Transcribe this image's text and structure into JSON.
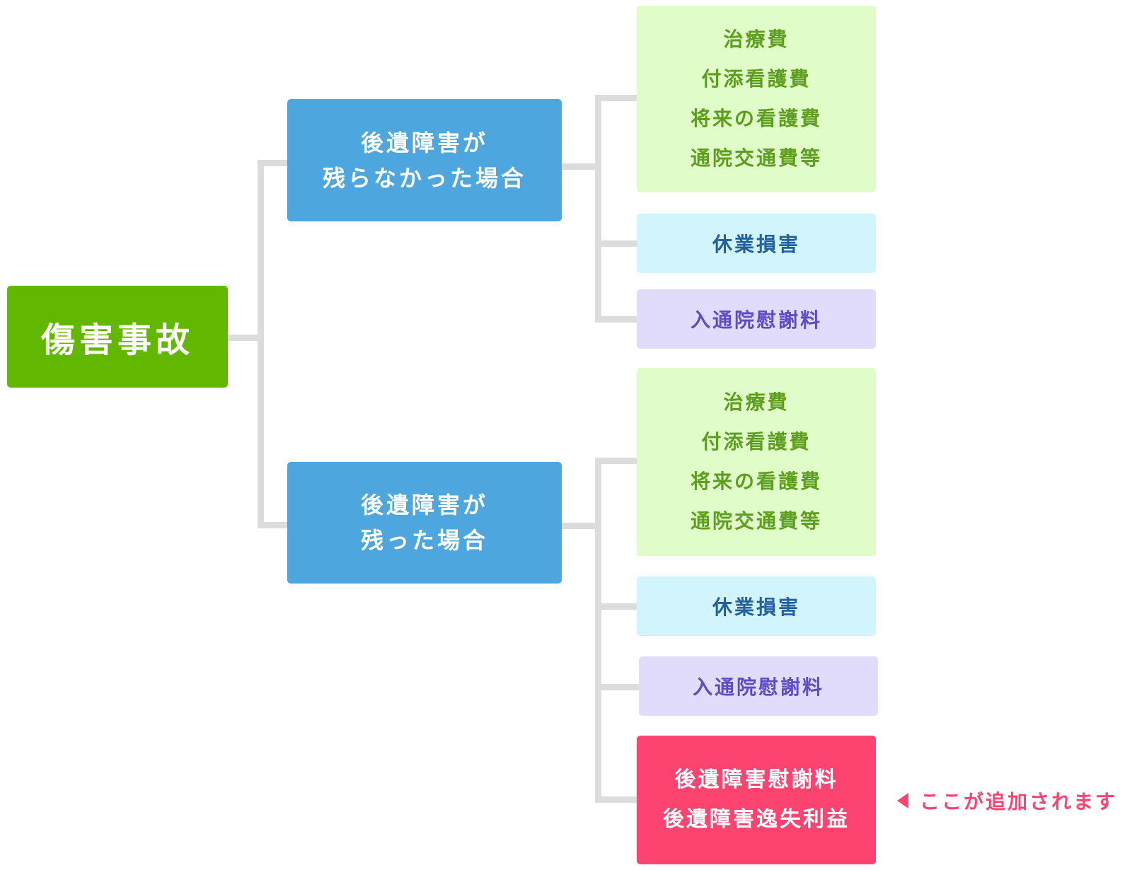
{
  "root": {
    "label": "傷害事故"
  },
  "branches": [
    {
      "label_lines": [
        "後遺障害が",
        "残らなかった場合"
      ],
      "items": {
        "expenses": [
          "治療費",
          "付添看護費",
          "将来の看護費",
          "通院交通費等"
        ],
        "lost_income": "休業損害",
        "hospital_consolation": "入通院慰謝料"
      }
    },
    {
      "label_lines": [
        "後遺障害が",
        "残った場合"
      ],
      "items": {
        "expenses": [
          "治療費",
          "付添看護費",
          "将来の看護費",
          "通院交通費等"
        ],
        "lost_income": "休業損害",
        "hospital_consolation": "入通院慰謝料",
        "disability": [
          "後遺障害慰謝料",
          "後遺障害逸失利益"
        ]
      }
    }
  ],
  "note": {
    "label": "ここが追加されます",
    "icon": "left-triangle-icon"
  },
  "colors": {
    "root": "#62b800",
    "branch": "#4ea6de",
    "expenses_bg": "#e0fcc8",
    "lost_income_bg": "#d2f4fd",
    "consolation_bg": "#e2dcfc",
    "disability_bg": "#fd4470",
    "connector": "#dcdcdc"
  }
}
